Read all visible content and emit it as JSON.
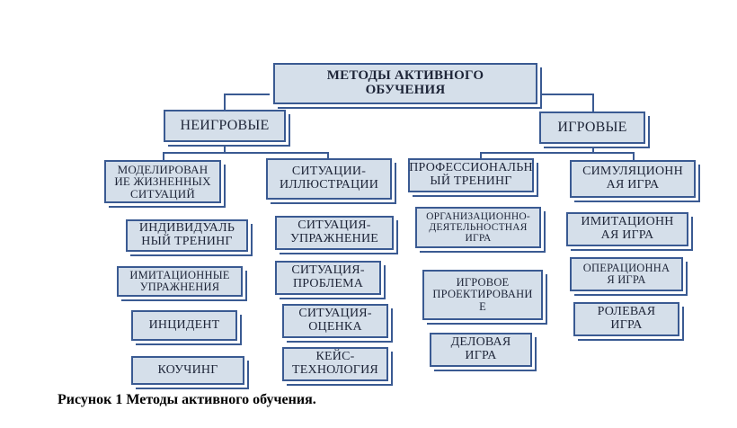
{
  "root": "МЕТОДЫ АКТИВНОГО\nОБУЧЕНИЯ",
  "categories": {
    "non_game": "НЕИГРОВЫЕ",
    "game": "ИГРОВЫЕ"
  },
  "col1": [
    "МОДЕЛИРОВАН\nИЕ ЖИЗНЕННЫХ\nСИТУАЦИЙ",
    "ИНДИВИДУАЛЬ\nНЫЙ ТРЕНИНГ",
    "ИМИТАЦИОННЫЕ\nУПРАЖНЕНИЯ",
    "ИНЦИДЕНТ",
    "КОУЧИНГ"
  ],
  "col2": [
    "СИТУАЦИИ-\nИЛЛЮСТРАЦИИ",
    "СИТУАЦИЯ-\nУПРАЖНЕНИЕ",
    "СИТУАЦИЯ-\nПРОБЛЕМА",
    "СИТУАЦИЯ-\nОЦЕНКА",
    "КЕЙС-\nТЕХНОЛОГИЯ"
  ],
  "col3": [
    "ПРОФЕССИОНАЛЬН\nЫЙ ТРЕНИНГ",
    "ОРГАНИЗАЦИОННО-\nДЕЯТЕЛЬНОСТНАЯ\nИГРА",
    "ИГРОВОЕ\nПРОЕКТИРОВАНИ\nЕ",
    "ДЕЛОВАЯ\nИГРА"
  ],
  "col4": [
    "СИМУЛЯЦИОНН\nАЯ ИГРА",
    "ИМИТАЦИОНН\nАЯ ИГРА",
    "ОПЕРАЦИОННА\nЯ ИГРА",
    "РОЛЕВАЯ\nИГРА"
  ],
  "caption": {
    "label": "Рисунок 1",
    "text": " Методы активного обучения."
  }
}
